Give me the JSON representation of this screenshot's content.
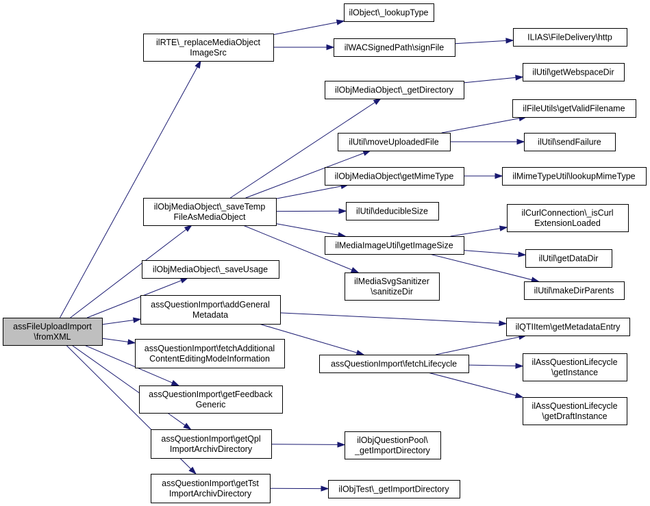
{
  "graph": {
    "nodes": [
      {
        "id": "root",
        "lines": [
          "assFileUploadImport",
          "\\fromXML"
        ]
      },
      {
        "id": "n_rte",
        "lines": [
          "ilRTE\\_replaceMediaObject",
          "ImageSrc"
        ]
      },
      {
        "id": "n_objlookup",
        "lines": [
          "ilObject\\_lookupType"
        ]
      },
      {
        "id": "n_wac",
        "lines": [
          "ilWACSignedPath\\signFile"
        ]
      },
      {
        "id": "n_filedelivery",
        "lines": [
          "ILIAS\\FileDelivery\\http"
        ]
      },
      {
        "id": "n_getdirectory",
        "lines": [
          "ilObjMediaObject\\_getDirectory"
        ]
      },
      {
        "id": "n_webspace",
        "lines": [
          "ilUtil\\getWebspaceDir"
        ]
      },
      {
        "id": "n_validfilename",
        "lines": [
          "ilFileUtils\\getValidFilename"
        ]
      },
      {
        "id": "n_moveuploaded",
        "lines": [
          "ilUtil\\moveUploadedFile"
        ]
      },
      {
        "id": "n_sendfailure",
        "lines": [
          "ilUtil\\sendFailure"
        ]
      },
      {
        "id": "n_getmimetype",
        "lines": [
          "ilObjMediaObject\\getMimeType"
        ]
      },
      {
        "id": "n_lookupmime",
        "lines": [
          "ilMimeTypeUtil\\lookupMimeType"
        ]
      },
      {
        "id": "n_savetemp",
        "lines": [
          "ilObjMediaObject\\_saveTemp",
          "FileAsMediaObject"
        ]
      },
      {
        "id": "n_deducible",
        "lines": [
          "ilUtil\\deducibleSize"
        ]
      },
      {
        "id": "n_curl",
        "lines": [
          "ilCurlConnection\\_isCurl",
          "ExtensionLoaded"
        ]
      },
      {
        "id": "n_imagesize",
        "lines": [
          "ilMediaImageUtil\\getImageSize"
        ]
      },
      {
        "id": "n_datadir",
        "lines": [
          "ilUtil\\getDataDir"
        ]
      },
      {
        "id": "n_saveusage",
        "lines": [
          "ilObjMediaObject\\_saveUsage"
        ]
      },
      {
        "id": "n_svg",
        "lines": [
          "ilMediaSvgSanitizer",
          "\\sanitizeDir"
        ]
      },
      {
        "id": "n_makedir",
        "lines": [
          "ilUtil\\makeDirParents"
        ]
      },
      {
        "id": "n_addgeneral",
        "lines": [
          "assQuestionImport\\addGeneral",
          "Metadata"
        ]
      },
      {
        "id": "n_metadataentry",
        "lines": [
          "ilQTIItem\\getMetadataEntry"
        ]
      },
      {
        "id": "n_fetchadditional",
        "lines": [
          "assQuestionImport\\fetchAdditional",
          "ContentEditingModeInformation"
        ]
      },
      {
        "id": "n_fetchlifecycle",
        "lines": [
          "assQuestionImport\\fetchLifecycle"
        ]
      },
      {
        "id": "n_lc_getinstance",
        "lines": [
          "ilAssQuestionLifecycle",
          "\\getInstance"
        ]
      },
      {
        "id": "n_feedback",
        "lines": [
          "assQuestionImport\\getFeedback",
          "Generic"
        ]
      },
      {
        "id": "n_lc_draft",
        "lines": [
          "ilAssQuestionLifecycle",
          "\\getDraftInstance"
        ]
      },
      {
        "id": "n_qpl",
        "lines": [
          "assQuestionImport\\getQpl",
          "ImportArchivDirectory"
        ]
      },
      {
        "id": "n_poolimport",
        "lines": [
          "ilObjQuestionPool\\",
          "_getImportDirectory"
        ]
      },
      {
        "id": "n_tst",
        "lines": [
          "assQuestionImport\\getTst",
          "ImportArchivDirectory"
        ]
      },
      {
        "id": "n_testimport",
        "lines": [
          "ilObjTest\\_getImportDirectory"
        ]
      }
    ],
    "edges": [
      [
        "root",
        "n_rte"
      ],
      [
        "root",
        "n_savetemp"
      ],
      [
        "root",
        "n_saveusage"
      ],
      [
        "root",
        "n_addgeneral"
      ],
      [
        "root",
        "n_fetchadditional"
      ],
      [
        "root",
        "n_feedback"
      ],
      [
        "root",
        "n_qpl"
      ],
      [
        "root",
        "n_tst"
      ],
      [
        "n_rte",
        "n_objlookup"
      ],
      [
        "n_rte",
        "n_wac"
      ],
      [
        "n_wac",
        "n_filedelivery"
      ],
      [
        "n_savetemp",
        "n_getdirectory"
      ],
      [
        "n_savetemp",
        "n_moveuploaded"
      ],
      [
        "n_savetemp",
        "n_getmimetype"
      ],
      [
        "n_savetemp",
        "n_deducible"
      ],
      [
        "n_savetemp",
        "n_imagesize"
      ],
      [
        "n_savetemp",
        "n_svg"
      ],
      [
        "n_getdirectory",
        "n_webspace"
      ],
      [
        "n_moveuploaded",
        "n_validfilename"
      ],
      [
        "n_moveuploaded",
        "n_sendfailure"
      ],
      [
        "n_getmimetype",
        "n_lookupmime"
      ],
      [
        "n_imagesize",
        "n_curl"
      ],
      [
        "n_imagesize",
        "n_datadir"
      ],
      [
        "n_imagesize",
        "n_makedir"
      ],
      [
        "n_addgeneral",
        "n_metadataentry"
      ],
      [
        "n_addgeneral",
        "n_fetchlifecycle"
      ],
      [
        "n_fetchlifecycle",
        "n_metadataentry"
      ],
      [
        "n_fetchlifecycle",
        "n_lc_getinstance"
      ],
      [
        "n_fetchlifecycle",
        "n_lc_draft"
      ],
      [
        "n_qpl",
        "n_poolimport"
      ],
      [
        "n_tst",
        "n_testimport"
      ]
    ]
  }
}
